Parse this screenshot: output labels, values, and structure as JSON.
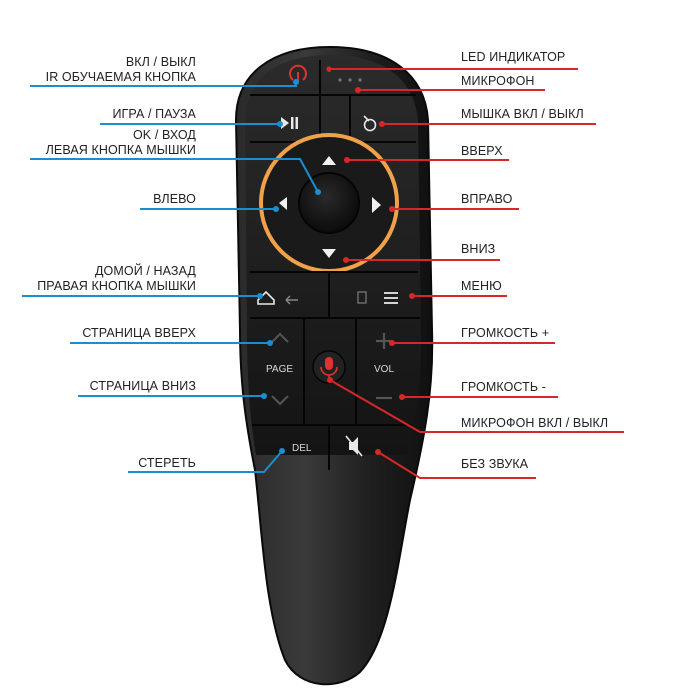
{
  "left_labels": {
    "power": [
      "ВКЛ / ВЫКЛ",
      "IR ОБУЧАЕМАЯ КНОПКА"
    ],
    "play_pause": [
      "ИГРА / ПАУЗА"
    ],
    "ok_enter": [
      "OK / ВХОД",
      "ЛЕВАЯ КНОПКА МЫШКИ"
    ],
    "left": [
      "ВЛЕВО"
    ],
    "home_back": [
      "ДОМОЙ / НАЗАД",
      "ПРАВАЯ КНОПКА МЫШКИ"
    ],
    "page_up": [
      "СТРАНИЦА ВВЕРХ"
    ],
    "page_down": [
      "СТРАНИЦА ВНИЗ"
    ],
    "delete": [
      "СТЕРЕТЬ"
    ]
  },
  "right_labels": {
    "led": "LED ИНДИКАТОР",
    "mic": "МИКРОФОН",
    "mouse": "МЫШКА ВКЛ / ВЫКЛ",
    "up": "ВВЕРХ",
    "right": "ВПРАВО",
    "down": "ВНИЗ",
    "menu": "МЕНЮ",
    "vol_up": "ГРОМКОСТЬ +",
    "vol_down": "ГРОМКОСТЬ -",
    "mic_toggle": "МИКРОФОН ВКЛ / ВЫКЛ",
    "mute": "БЕЗ ЗВУКА"
  },
  "remote_text": {
    "page": "PAGE",
    "vol": "VOL",
    "del": "DEL"
  },
  "colors": {
    "left_line": "#1a8fd0",
    "right_line": "#d62828",
    "ring": "#f0a24a",
    "body": "#1c1c1c",
    "power_icon": "#e0322f"
  },
  "icons": [
    "power-icon",
    "play-pause-icon",
    "mouse-toggle-icon",
    "arrow-up-icon",
    "arrow-down-icon",
    "arrow-left-icon",
    "arrow-right-icon",
    "home-icon",
    "back-icon",
    "menu-icon",
    "microphone-icon",
    "mute-icon"
  ]
}
